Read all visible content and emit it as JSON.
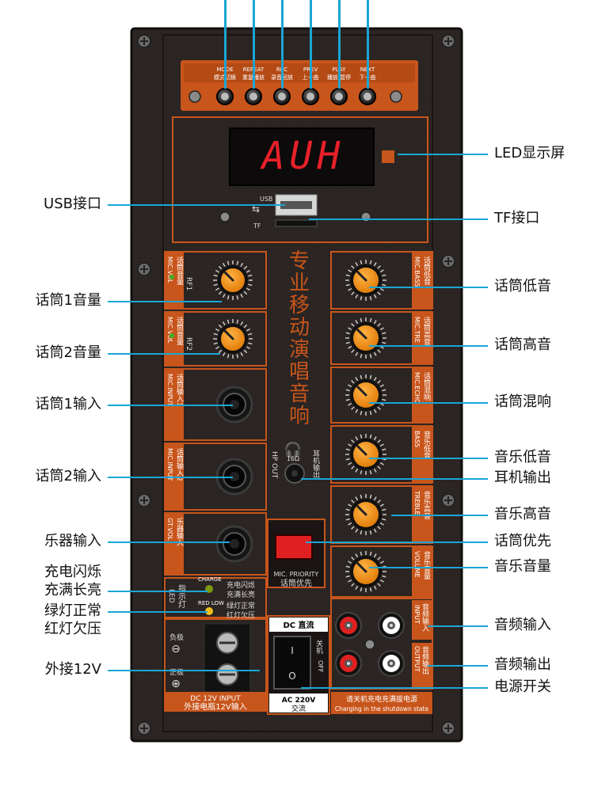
{
  "panel": {
    "buttons": [
      {
        "en": "MODE",
        "cn": "模式切换"
      },
      {
        "en": "REPEAT",
        "cn": "重复播放"
      },
      {
        "en": "REC",
        "cn": "录音回放"
      },
      {
        "en": "PREV",
        "cn": "上一曲"
      },
      {
        "en": "PLAY",
        "cn": "播放/暂停"
      },
      {
        "en": "NEXT",
        "cn": "下一曲"
      }
    ],
    "display_text": "AUH",
    "usb_label": "USB",
    "tf_label": "TF",
    "title_vertical": "专业移动演唱音响",
    "left_knobs": [
      {
        "cn": "话筒音量",
        "en": "MIC.VOL",
        "rf": "RF1"
      },
      {
        "cn": "话筒音量",
        "en": "MIC.VOL",
        "rf": "RF2"
      }
    ],
    "left_inputs": [
      {
        "cn": "话筒输入1",
        "en": "MIC.INPUT"
      },
      {
        "cn": "话筒输入2",
        "en": "MIC.INPUT"
      },
      {
        "cn": "乐器输入",
        "en": "GT.VOL"
      }
    ],
    "right_knobs": [
      {
        "cn": "话筒低音",
        "en": "MIC.BASS"
      },
      {
        "cn": "话筒高音",
        "en": "MIC.TRE"
      },
      {
        "cn": "话筒混响",
        "en": "MIC.ECHO"
      },
      {
        "cn": "音乐低音",
        "en": "BASS"
      },
      {
        "cn": "音乐高音",
        "en": "TREBLE"
      },
      {
        "cn": "音乐音量",
        "en": "VOLUME"
      }
    ],
    "hp": {
      "en": "HP OUT",
      "cn": "耳机输出",
      "ohm": "16Ω"
    },
    "mic_priority": {
      "en": "MIC. PRIORITY",
      "cn": "话筒优先"
    },
    "indicator": {
      "en": "LED",
      "cn": "指示灯",
      "charge_label": "CHARGE",
      "charge_text1": "充电闪烁",
      "charge_text2": "充满长亮",
      "redlow_label": "RED LOW",
      "redlow_text1": "绿灯正常",
      "redlow_text2": "红灯欠压"
    },
    "dc": {
      "neg": "负极",
      "pos": "正极",
      "label_en": "DC 12V INPUT",
      "label_cn": "外接电瓶12V输入"
    },
    "power": {
      "top": "DC 直流",
      "off_cn": "关机",
      "off_en": "OFF",
      "bottom_en": "AC 220V",
      "bottom_cn": "交流"
    },
    "audio_in": {
      "cn": "音频输入",
      "en": "INPUT"
    },
    "audio_out": {
      "cn": "音频输出",
      "en": "OUTPUT"
    },
    "charging_note_cn": "请关机充电充满拔电源",
    "charging_note_en": "Charging in the shutdown state"
  },
  "callouts_left": [
    "USB接口",
    "话筒1音量",
    "话筒2音量",
    "话筒1输入",
    "话筒2输入",
    "乐器输入",
    "充电闪烁",
    "充满长亮",
    "绿灯正常",
    "红灯欠压",
    "外接12V"
  ],
  "callouts_right": [
    "LED显示屏",
    "TF接口",
    "话筒低音",
    "话筒高音",
    "话筒混响",
    "音乐低音",
    "耳机输出",
    "音乐高音",
    "话筒优先",
    "音乐音量",
    "音频输入",
    "音频输出",
    "电源开关"
  ],
  "colors": {
    "panel": "#2b2523",
    "accent": "#c8551b",
    "knob": "#f28c12",
    "display": "#e8202a",
    "leader": "#1aa6d6"
  }
}
